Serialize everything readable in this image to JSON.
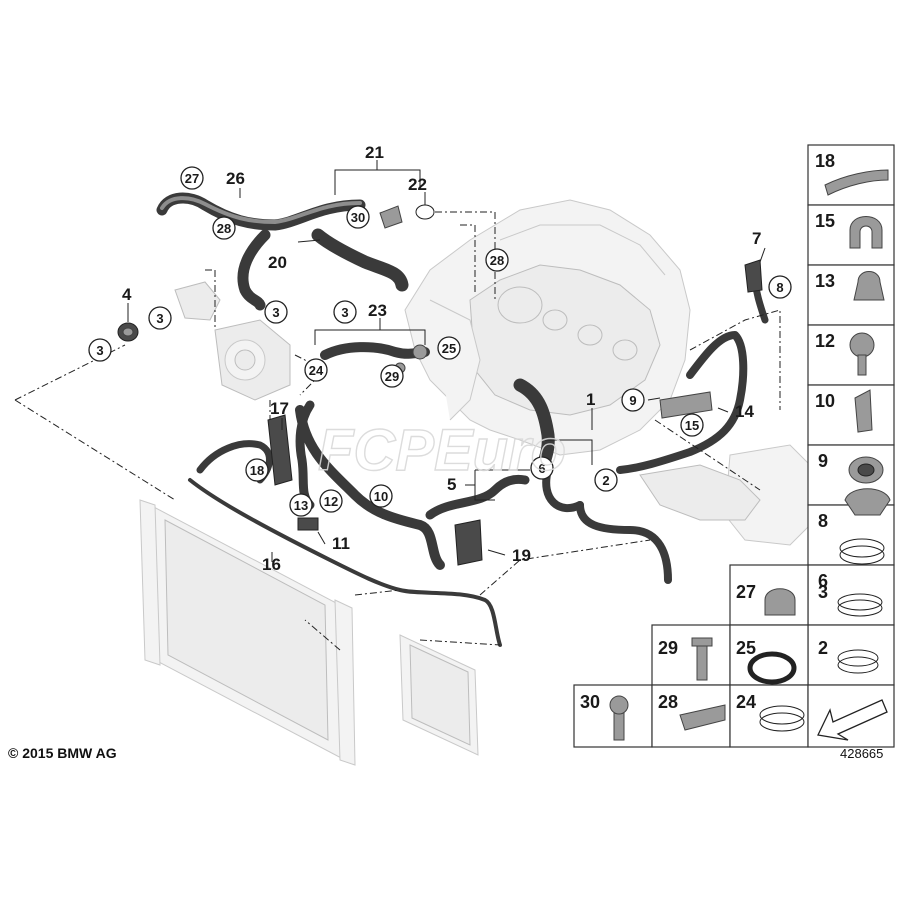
{
  "diagram": {
    "copyright": "© 2015 BMW AG",
    "diagram_number": "428665",
    "watermark": "FCPEuro",
    "callouts": [
      "1",
      "2",
      "3",
      "4",
      "5",
      "6",
      "7",
      "8",
      "9",
      "10",
      "11",
      "12",
      "13",
      "14",
      "15",
      "16",
      "17",
      "18",
      "19",
      "20",
      "21",
      "22",
      "23",
      "24",
      "25",
      "26",
      "27",
      "28",
      "29",
      "30"
    ],
    "legend": [
      "18",
      "15",
      "13",
      "12",
      "10",
      "9",
      "8",
      "6",
      "27",
      "3",
      "29",
      "25",
      "2",
      "30",
      "28",
      "24"
    ]
  }
}
